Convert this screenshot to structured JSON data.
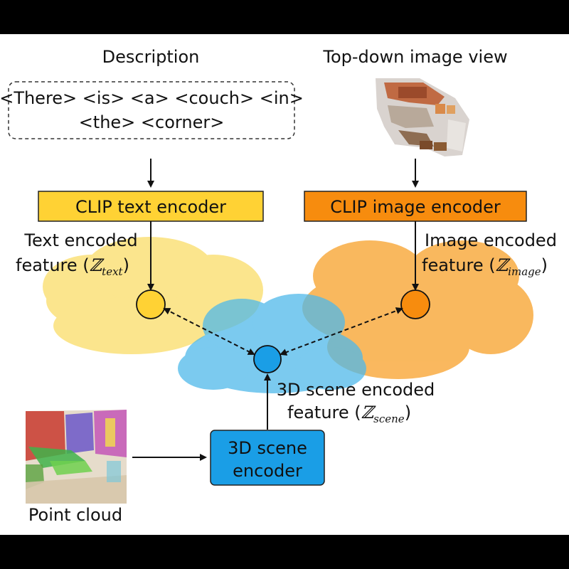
{
  "description": {
    "heading": "Description",
    "tokens_line1": "<There> <is> <a> <couch> <in>",
    "tokens_line2": "<the> <corner>"
  },
  "image_view": {
    "heading": "Top-down image view"
  },
  "encoders": {
    "text": "CLIP text encoder",
    "image": "CLIP image encoder",
    "scene_line1": "3D scene",
    "scene_line2": "encoder"
  },
  "features": {
    "text_line1": "Text encoded",
    "text_line2_prefix": "feature (",
    "text_symbol": "ℤ",
    "text_subscript": "text",
    "image_line1": "Image encoded",
    "image_line2_prefix": "feature (",
    "image_symbol": "ℤ",
    "image_subscript": "image",
    "scene_line1": "3D scene encoded",
    "scene_line2_prefix": "feature (",
    "scene_symbol": "ℤ",
    "scene_subscript": "scene",
    "close_paren": ")"
  },
  "point_cloud": {
    "label": "Point cloud"
  },
  "colors": {
    "text_encoder": "#ffd234",
    "image_encoder": "#f78c0e",
    "scene_encoder": "#1a9ee6",
    "text_cloud": "#fbe17a",
    "image_cloud": "#f9ac43",
    "scene_cloud": "#4fb9ea"
  }
}
